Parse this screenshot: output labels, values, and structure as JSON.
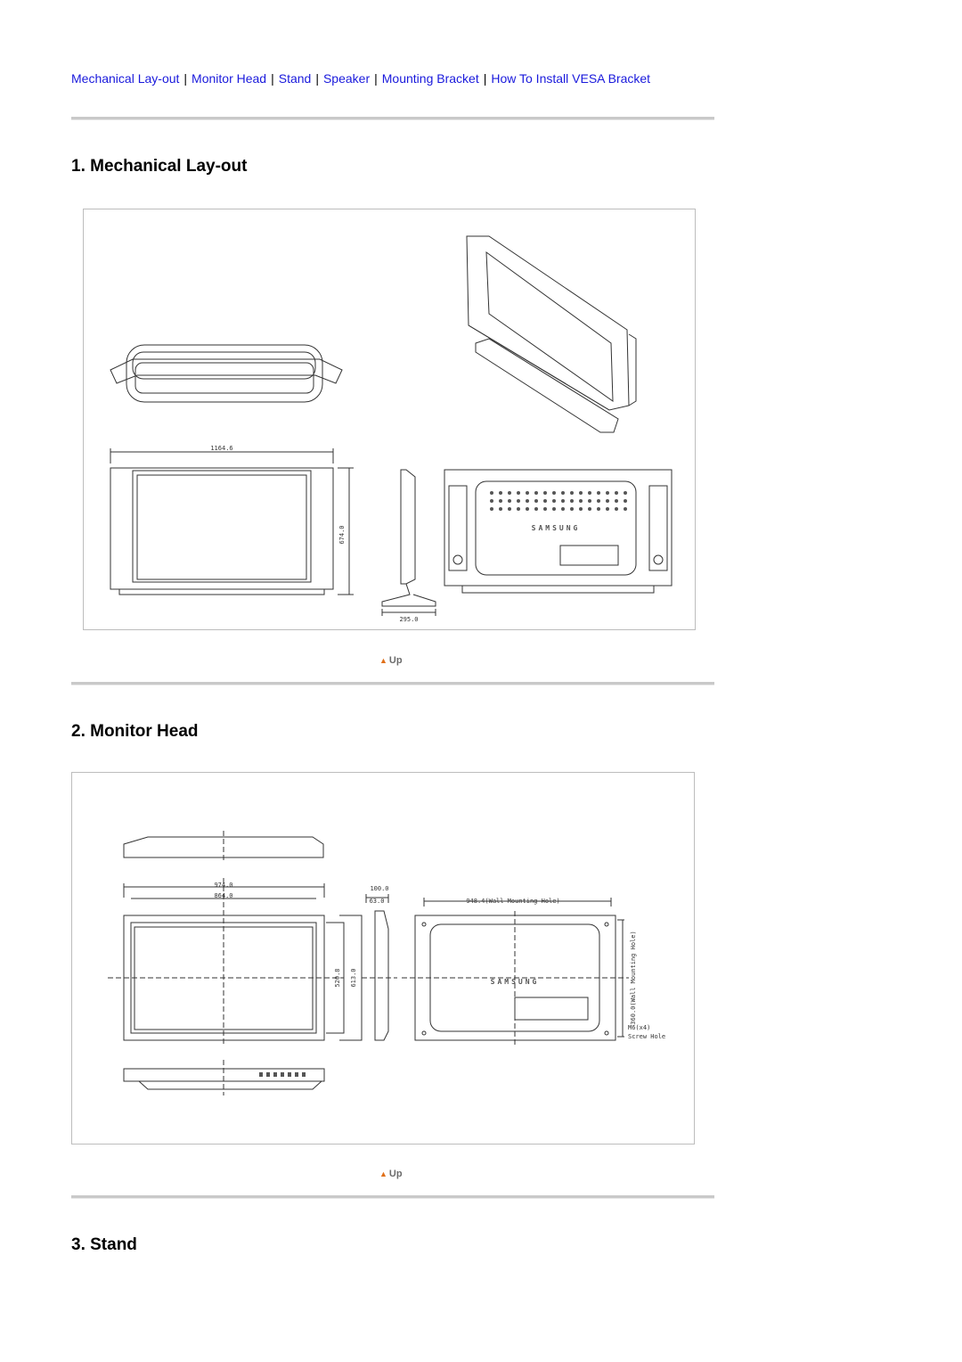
{
  "nav": {
    "links": [
      "Mechanical Lay-out",
      "Monitor Head",
      "Stand",
      "Speaker",
      "Mounting Bracket",
      "How To Install VESA Bracket"
    ],
    "separator": "|"
  },
  "sections": [
    {
      "title": "1. Mechanical Lay-out"
    },
    {
      "title": "2. Monitor Head"
    },
    {
      "title": "3. Stand"
    }
  ],
  "up_label": "Up",
  "figure1": {
    "dim_width": "1164.6",
    "dim_height": "674.0",
    "dim_depth": "295.0",
    "brand": "SAMSUNG"
  },
  "figure2": {
    "dim_outer_width": "974.0",
    "dim_inner_width": "864.0",
    "dim_depth": "100.0",
    "dim_depth_inner": "63.0",
    "dim_mount": "948.4(Wall Mounting Hole)",
    "dim_mount_v": "360.0(Wall Mounting Hole)",
    "dim_inner_height": "520.8",
    "dim_outer_height": "613.0",
    "screw_count": "M6(x4)",
    "screw_label": "Screw Hole",
    "brand": "SAMSUNG"
  }
}
